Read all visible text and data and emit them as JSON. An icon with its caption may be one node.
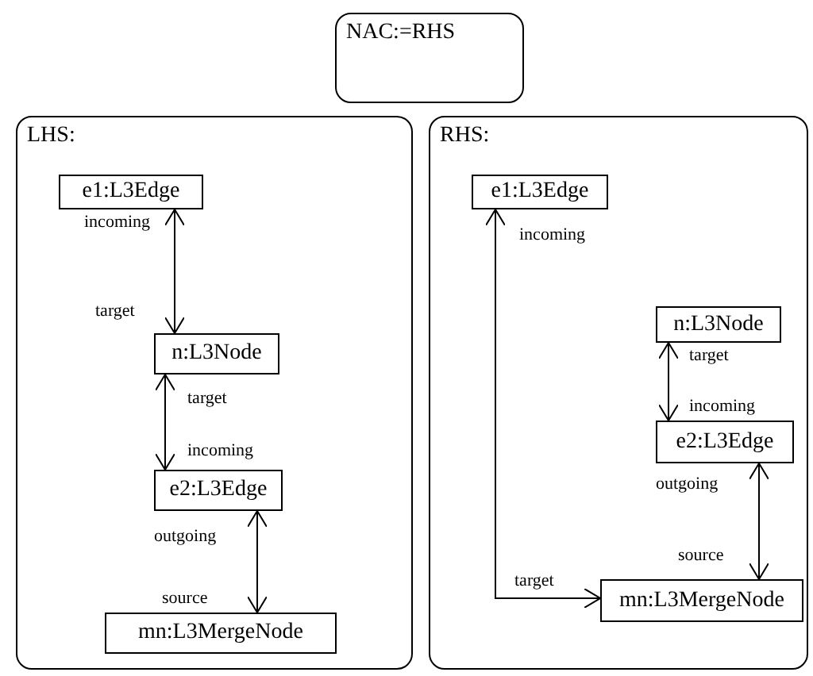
{
  "diagram": {
    "nodes": [
      {
        "text": [
          "NAC:=RHS"
        ]
      },
      {
        "text": [
          "LHS:"
        ]
      },
      {
        "text": [
          "e1:L3Edge"
        ],
        "in": 1
      },
      {
        "text": [
          "n:L3Node"
        ],
        "in": 1
      },
      {
        "text": [
          "e2:L3Edge"
        ],
        "in": 1
      },
      {
        "text": [
          "mn:L3MergeNode"
        ],
        "in": 1
      },
      {
        "text": [
          "RHS:"
        ]
      },
      {
        "text": [
          "e1:L3Edge"
        ],
        "in": 6
      },
      {
        "text": [
          "n:L3Node"
        ],
        "in": 6
      },
      {
        "text": [
          "e2:L3Edge"
        ],
        "in": 6
      },
      {
        "text": [
          "mn:L3MergeNode"
        ],
        "in": 6
      }
    ],
    "edges": [
      {
        "from": 2,
        "to": 3,
        "arrow": "both"
      },
      {
        "from": 3,
        "to": 4,
        "arrow": "both"
      },
      {
        "from": 4,
        "to": 5,
        "arrow": "both"
      },
      {
        "from": 7,
        "to": 10,
        "arrow": "both"
      },
      {
        "from": 8,
        "to": 9,
        "arrow": "both"
      },
      {
        "from": 9,
        "to": 10,
        "arrow": "both"
      }
    ],
    "labels": [
      "incoming",
      "target",
      "target",
      "incoming",
      "outgoing",
      "source",
      "incoming",
      "target",
      "incoming",
      "outgoing",
      "source",
      "target"
    ]
  }
}
